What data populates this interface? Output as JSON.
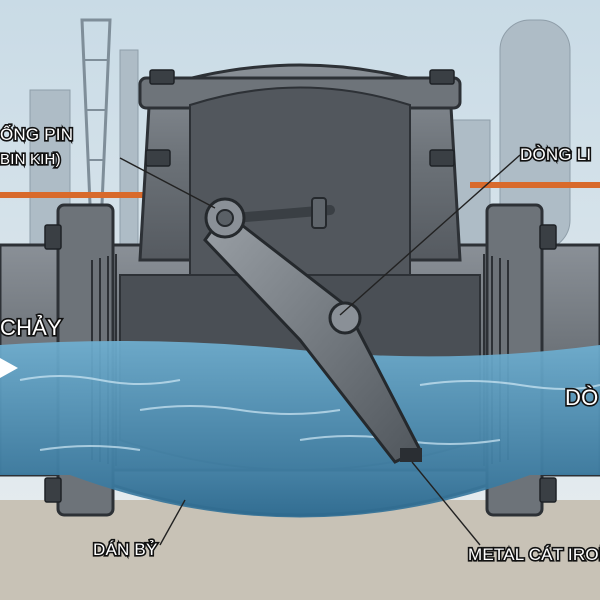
{
  "labels": {
    "hinge_pin_line1": "ỐNG PIN",
    "hinge_pin_line2": "BIN KIH)",
    "disc_arm": "DÒNG LI",
    "flow_in": "CHẢY",
    "flow_out": "DÒ",
    "body_bottom": "DÁN BỶ",
    "seat_ring": "METAL CÁT IRON"
  },
  "colors": {
    "sky": "#dfe9ef",
    "valve_metal": "#6f757b",
    "valve_dark": "#4a4f55",
    "water": "#3f86ad",
    "water_light": "#7fb8d6",
    "ground": "#c8c2b6"
  }
}
